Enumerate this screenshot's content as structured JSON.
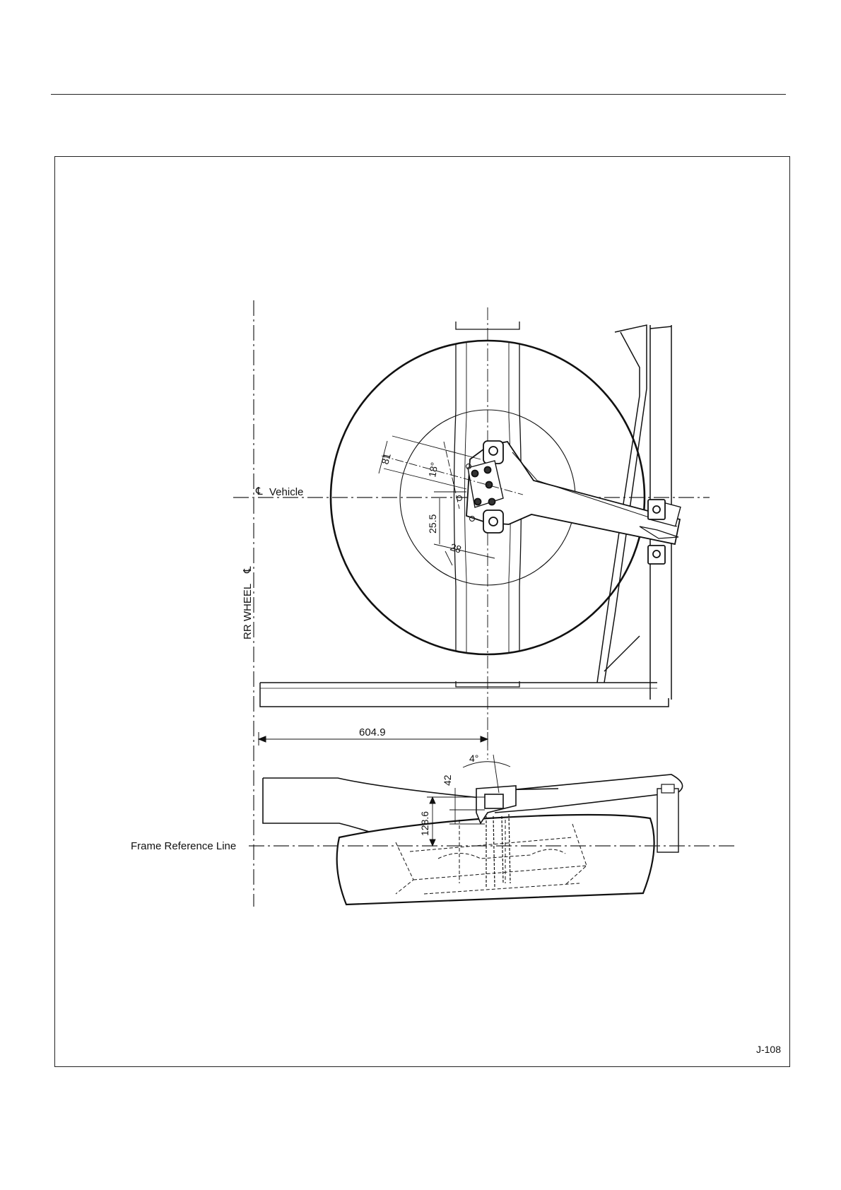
{
  "figure": {
    "code": "J-108",
    "labels": {
      "vehicle_cl": "Vehicle",
      "rr_wheel_cl": "RR WHEEL",
      "frame_reference_line": "Frame Reference Line"
    },
    "dimensions": {
      "distance_to_wheel_cl": "604.9",
      "bracket_height": "128.6",
      "bracket_offset": "42",
      "angle_side": "4°",
      "angle_plan": "18°",
      "dim_81": "81",
      "dim_25_5": "25.5",
      "dim_28": "28"
    }
  }
}
